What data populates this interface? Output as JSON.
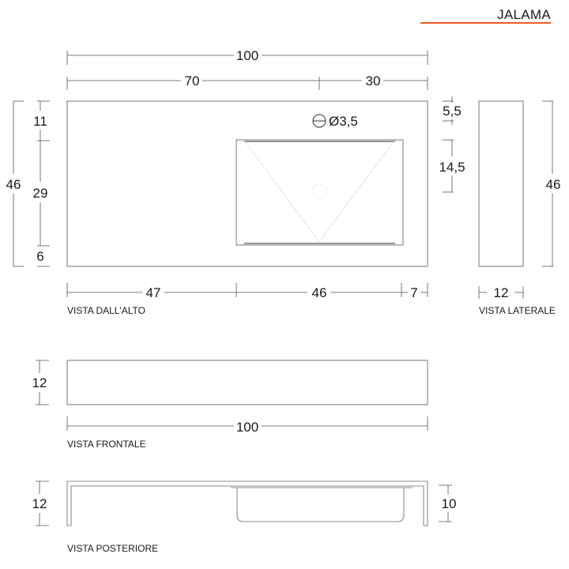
{
  "header": {
    "brand": "JALAMA",
    "accent_color": "#f05a28"
  },
  "views": {
    "top": {
      "label": "VISTA DALL'ALTO",
      "dims": {
        "total_width": "100",
        "left_part": "70",
        "right_part": "30",
        "depth": "46",
        "front_margin": "11",
        "bowl_depth": "29",
        "back_margin": "6",
        "bottom_left": "47",
        "bowl_width": "46",
        "bottom_right": "7",
        "tap_hole": "Ø3,5",
        "tap_offset": "5,5",
        "bowl_offset": "14,5"
      }
    },
    "side": {
      "label": "VISTA LATERALE",
      "dims": {
        "depth": "46",
        "thickness": "12"
      }
    },
    "front": {
      "label": "VISTA FRONTALE",
      "dims": {
        "height": "12",
        "width": "100"
      }
    },
    "back": {
      "label": "VISTA POSTERIORE",
      "dims": {
        "height": "12",
        "bowl_height": "10"
      }
    }
  },
  "colors": {
    "line": "#8c8c8c",
    "dim_line": "#555555",
    "faint": "#dddddd"
  }
}
